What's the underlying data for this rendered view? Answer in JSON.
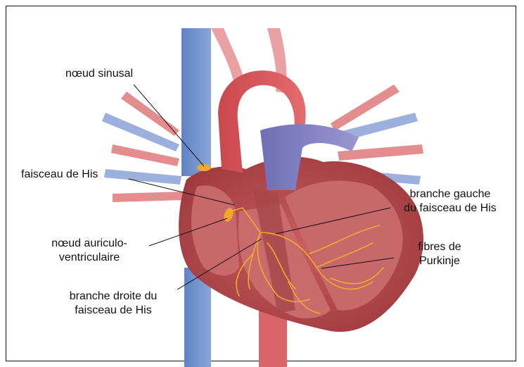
{
  "labels": {
    "sinus_node": "nœud sinusal",
    "bundle_of_his": "faisceau de His",
    "av_node_line1": "nœud auriculo-",
    "av_node_line2": "ventriculaire",
    "right_branch_line1": "branche droite du",
    "right_branch_line2": "faisceau de His",
    "left_branch_line1": "branche gauche",
    "left_branch_line2": "du faisceau de His",
    "purkinje_line1": "fibres de",
    "purkinje_line2": "Purkinje"
  },
  "colors": {
    "vein_blue": "#6f8fc9",
    "artery_red": "#d9555a",
    "myocardium": "#b44a4c",
    "chamber_inner": "#c05a5c",
    "conduction": "#f2a92b",
    "leader_line": "#111111"
  }
}
